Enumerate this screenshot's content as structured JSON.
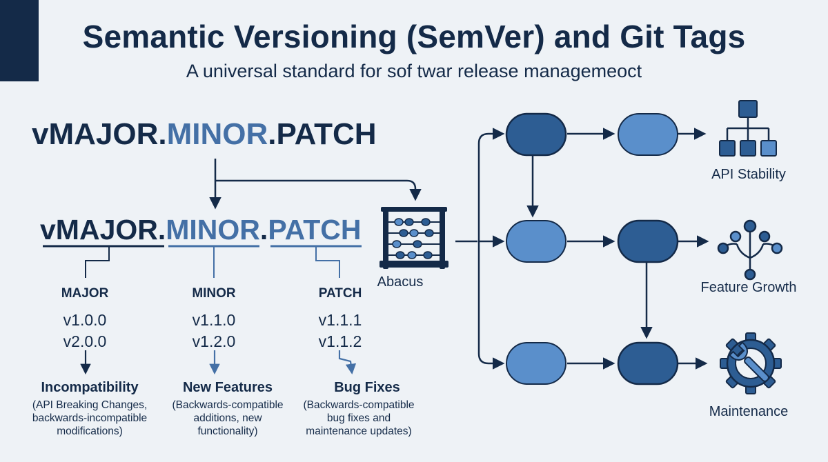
{
  "header": {
    "title": "Semantic Versioning (SemVer) and Git Tags",
    "subtitle": "A universal standard for sof twar release managemeoct"
  },
  "format": {
    "prefix": "vMAJOR.",
    "minor": "MINOR",
    "dot": ".",
    "patch": "PATCH"
  },
  "components": [
    {
      "name": "MAJOR",
      "versions": [
        "v1.0.0",
        "v2.0.0"
      ],
      "heading": "Incompatibility",
      "description": [
        "(API Breaking Changes,",
        "backwards-incompatible",
        "modifications)"
      ]
    },
    {
      "name": "MINOR",
      "versions": [
        "v1.1.0",
        "v1.2.0"
      ],
      "heading": "New Features",
      "description": [
        "(Backwards-compatible",
        "additions, new",
        "functionality)"
      ]
    },
    {
      "name": "PATCH",
      "versions": [
        "v1.1.1",
        "v1.1.2"
      ],
      "heading": "Bug Fixes",
      "description": [
        "(Backwards-compatible",
        "bug fixes and",
        "maintenance updates)"
      ]
    }
  ],
  "abacus": {
    "label": "Abacus"
  },
  "outcomes": [
    "API Stability",
    "Feature Growth",
    "Maintenance"
  ],
  "icons": {
    "abacus": "abacus-icon",
    "api": "hierarchy-icon",
    "feature": "branching-tree-icon",
    "maintenance": "gear-wrench-icon"
  },
  "colors": {
    "navy": "#142a48",
    "dark_node": "#2d5d93",
    "light_node": "#5a8fcb",
    "accent_text": "#4470a6"
  }
}
